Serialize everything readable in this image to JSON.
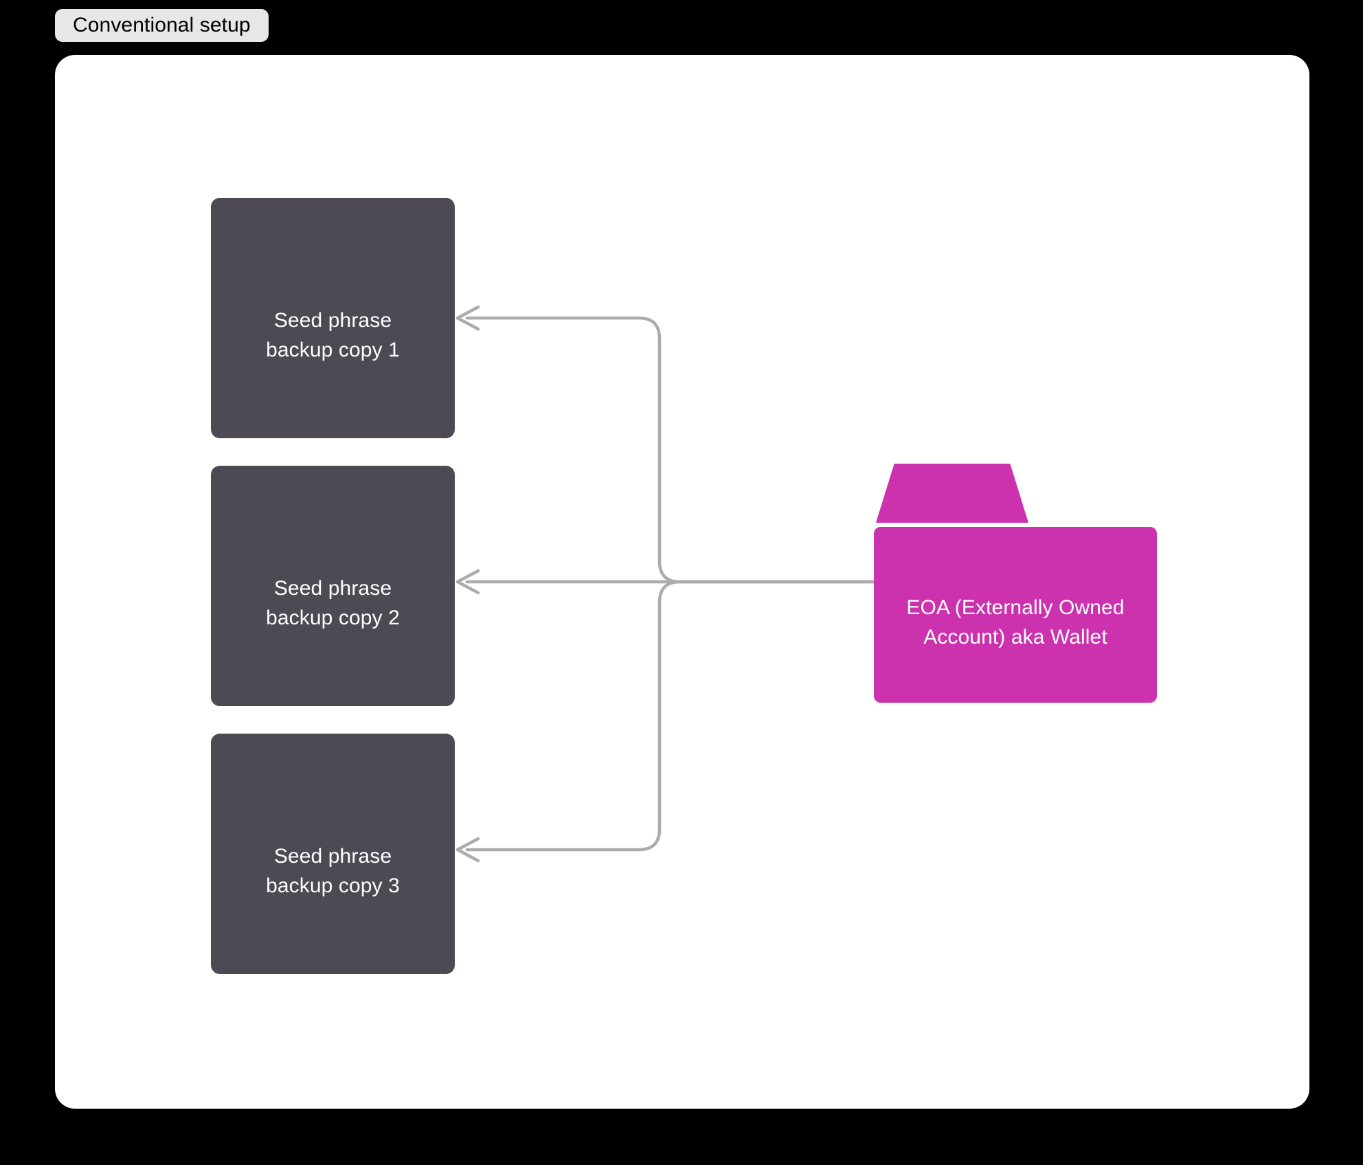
{
  "tab": {
    "label": "Conventional setup",
    "background": "#e7e7e8",
    "text_color": "#000000"
  },
  "canvas": {
    "background": "#ffffff",
    "page_background": "#000000"
  },
  "colors": {
    "seed_box": "#4e4a54",
    "seed_box_text": "#ffffff",
    "wallet": "#cc32ae",
    "wallet_text": "#ffffff",
    "edge": "#acacac"
  },
  "nodes": {
    "seed_backups": [
      {
        "id": "seed-backup-1",
        "label": "Seed phrase backup copy 1"
      },
      {
        "id": "seed-backup-2",
        "label": "Seed phrase backup copy 2"
      },
      {
        "id": "seed-backup-3",
        "label": "Seed phrase backup copy 3"
      }
    ],
    "wallet": {
      "id": "eoa-wallet",
      "label": "EOA (Externally Owned Account) aka Wallet",
      "icon": "folder-icon"
    }
  },
  "edges": [
    {
      "from": "eoa-wallet",
      "to": "seed-backup-1",
      "style": "orthogonal",
      "arrowhead": "open-left"
    },
    {
      "from": "eoa-wallet",
      "to": "seed-backup-2",
      "style": "straight",
      "arrowhead": "open-left"
    },
    {
      "from": "eoa-wallet",
      "to": "seed-backup-3",
      "style": "orthogonal",
      "arrowhead": "open-left"
    }
  ]
}
